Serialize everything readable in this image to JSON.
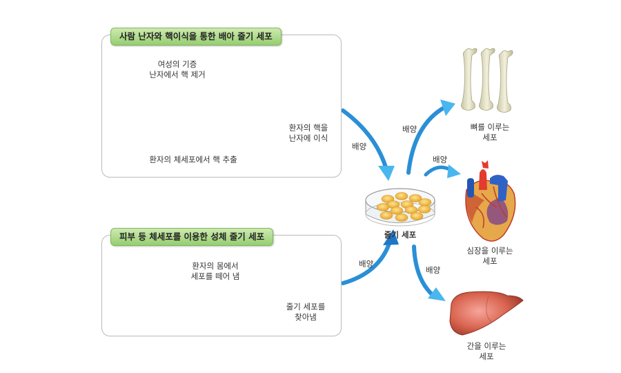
{
  "panels": {
    "embryonic": {
      "title": "사람 난자와 핵이식을 통한 배아 줄기 세포",
      "step_remove_nucleus": [
        "여성의 기증",
        "난자에서 핵 제거"
      ],
      "step_extract_nucleus": "환자의 체세포에서 핵 추출",
      "step_transplant": [
        "환자의 핵을",
        "난자에 이식"
      ]
    },
    "adult": {
      "title": "피부 등 체세포를 이용한 성체 줄기 세포",
      "step_extract_cells": [
        "환자의 몸에서",
        "세포를 떼어 냄"
      ],
      "step_find_stem": [
        "줄기 세포를",
        "찾아냄"
      ]
    }
  },
  "center": {
    "label": "줄기 세포"
  },
  "culture_label": "배양",
  "outcomes": {
    "bone": [
      "뼈를 이루는",
      "세포"
    ],
    "heart": [
      "심장을 이루는",
      "세포"
    ],
    "liver": [
      "간을 이루는",
      "세포"
    ]
  },
  "colors": {
    "arrow_blue": "#2a8fd6",
    "cell_yellow": "#f2b53c",
    "panel_tag_green": "#96cd70",
    "skin": "#f0b38c"
  }
}
